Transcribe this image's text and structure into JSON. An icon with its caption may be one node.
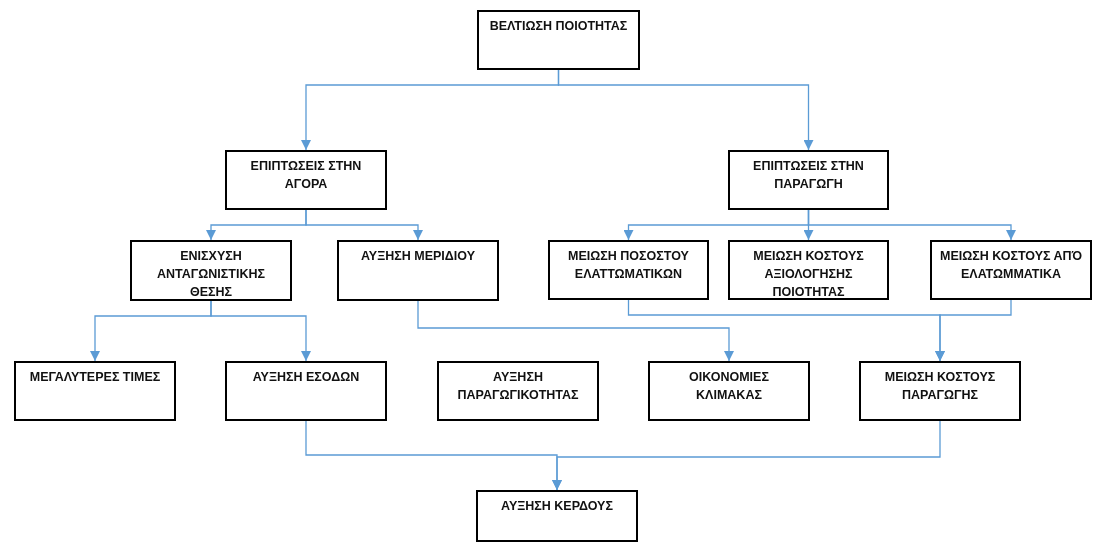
{
  "diagram": {
    "nodes": [
      {
        "text": [
          "ΒΕΛΤΙΩΣΗ ΠΟΙΟΤΗΤΑΣ"
        ]
      },
      {
        "text": [
          "ΕΠΙΠΤΩΣΕΙΣ ΣΤΗΝ ΑΓΟΡΑ"
        ]
      },
      {
        "text": [
          "ΕΠΙΠΤΩΣΕΙΣ ΣΤΗΝ ΠΑΡΑΓΩΓΗ"
        ]
      },
      {
        "text": [
          "ΕΝΙΣΧΥΣΗ ΑΝΤΑΓΩΝΙΣΤΙΚΗΣ ΘΕΣΗΣ"
        ]
      },
      {
        "text": [
          "ΑΥΞΗΣΗ ΜΕΡΙΔΙΟΥ"
        ]
      },
      {
        "text": [
          "ΜΕΙΩΣΗ ΠΟΣΟΣΤΟΥ ΕΛΑΤΤΩΜΑΤΙΚΩΝ"
        ]
      },
      {
        "text": [
          "ΜΕΙΩΣΗ ΚΟΣΤΟΥΣ ΑΞΙΟΛΟΓΗΣΗΣ ΠΟΙΟΤΗΤΑΣ"
        ]
      },
      {
        "text": [
          "ΜΕΙΩΣΗ ΚΟΣΤΟΥΣ ΑΠΌ ΕΛΑΤΩΜΜΑΤΙΚΑ"
        ]
      },
      {
        "text": [
          "ΜΕΓΑΛΥΤΕΡΕΣ ΤΙΜΕΣ"
        ]
      },
      {
        "text": [
          "ΑΥΞΗΣΗ ΕΣΟΔΩΝ"
        ]
      },
      {
        "text": [
          "ΑΥΞΗΣΗ ΠΑΡΑΓΩΓΙΚΟΤΗΤΑΣ"
        ]
      },
      {
        "text": [
          "ΟΙΚΟΝΟΜΙΕΣ ΚΛΙΜΑΚΑΣ"
        ]
      },
      {
        "text": [
          "ΜΕΙΩΣΗ ΚΟΣΤΟΥΣ ΠΑΡΑΓΩΓΗΣ"
        ]
      },
      {
        "text": [
          "ΑΥΞΗΣΗ ΚΕΡΔΟΥΣ"
        ]
      }
    ],
    "edges": [
      {
        "from": 0,
        "to": 1,
        "arrow": "to"
      },
      {
        "from": 0,
        "to": 2,
        "arrow": "to"
      },
      {
        "from": 1,
        "to": 3,
        "arrow": "to"
      },
      {
        "from": 1,
        "to": 4,
        "arrow": "to"
      },
      {
        "from": 2,
        "to": 5,
        "arrow": "to"
      },
      {
        "from": 2,
        "to": 6,
        "arrow": "to"
      },
      {
        "from": 2,
        "to": 7,
        "arrow": "to"
      },
      {
        "from": 3,
        "to": 8,
        "arrow": "to"
      },
      {
        "from": 3,
        "to": 9,
        "arrow": "to"
      },
      {
        "from": 4,
        "to": 11,
        "arrow": "to"
      },
      {
        "from": 5,
        "to": 12,
        "arrow": "to"
      },
      {
        "from": 7,
        "to": 12,
        "arrow": "to"
      },
      {
        "from": 9,
        "to": 13,
        "arrow": "to"
      },
      {
        "from": 12,
        "to": 13,
        "arrow": "to"
      }
    ]
  }
}
